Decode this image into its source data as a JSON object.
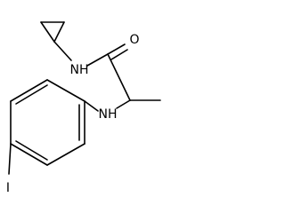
{
  "molecule": {
    "atoms": {
      "nh_amide": "NH",
      "oxygen": "O",
      "nh_amine": "NH",
      "iodine": "I"
    },
    "colors": {
      "bond": "#000000",
      "label": "#000000",
      "background": "#ffffff"
    }
  }
}
